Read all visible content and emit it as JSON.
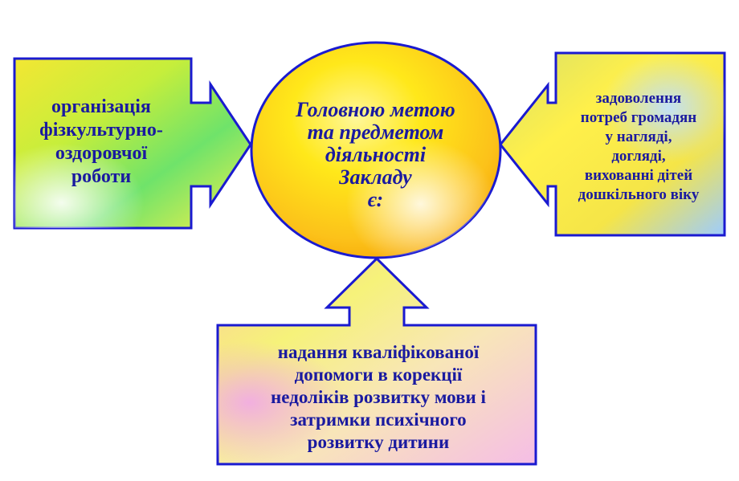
{
  "center": {
    "text": "Головною метою\nта предметом\nдіяльності\nЗакладу\nє:"
  },
  "left_box": {
    "text": "організація\nфізкультурно-\nоздоровчої\nроботи"
  },
  "right_box": {
    "text": "задоволення\nпотреб громадян\nу нагляді,\nдогляді,\nвихованні дітей\nдошкільного віку"
  },
  "bottom_box": {
    "text": "надання кваліфікованої\nдопомоги в корекції\nнедоліків розвитку мови і\nзатримки психічного\nрозвитку дитини"
  },
  "colors": {
    "outline": "#1a1ad0",
    "text": "#1a1aa0",
    "yellow": "#fff200",
    "orange": "#f7a400",
    "green": "#66e266",
    "pink": "#f4b6e6",
    "light_blue": "#a9d6ff"
  }
}
